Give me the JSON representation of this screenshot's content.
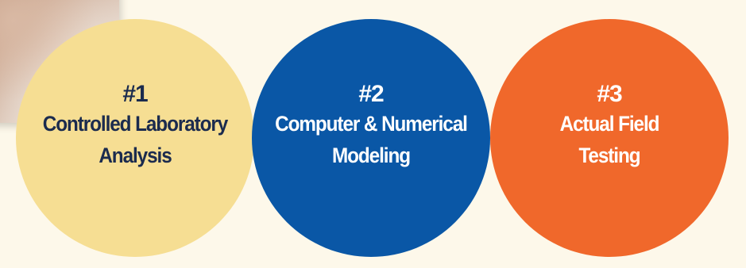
{
  "circles": [
    {
      "number": "#1",
      "line1": "Controlled Laboratory",
      "line2": "Analysis",
      "color": "#f6de93"
    },
    {
      "number": "#2",
      "line1": "Computer & Numerical",
      "line2": "Modeling",
      "color": "#0a57a6"
    },
    {
      "number": "#3",
      "line1": "Actual Field",
      "line2": "Testing",
      "color": "#f0682b"
    }
  ]
}
